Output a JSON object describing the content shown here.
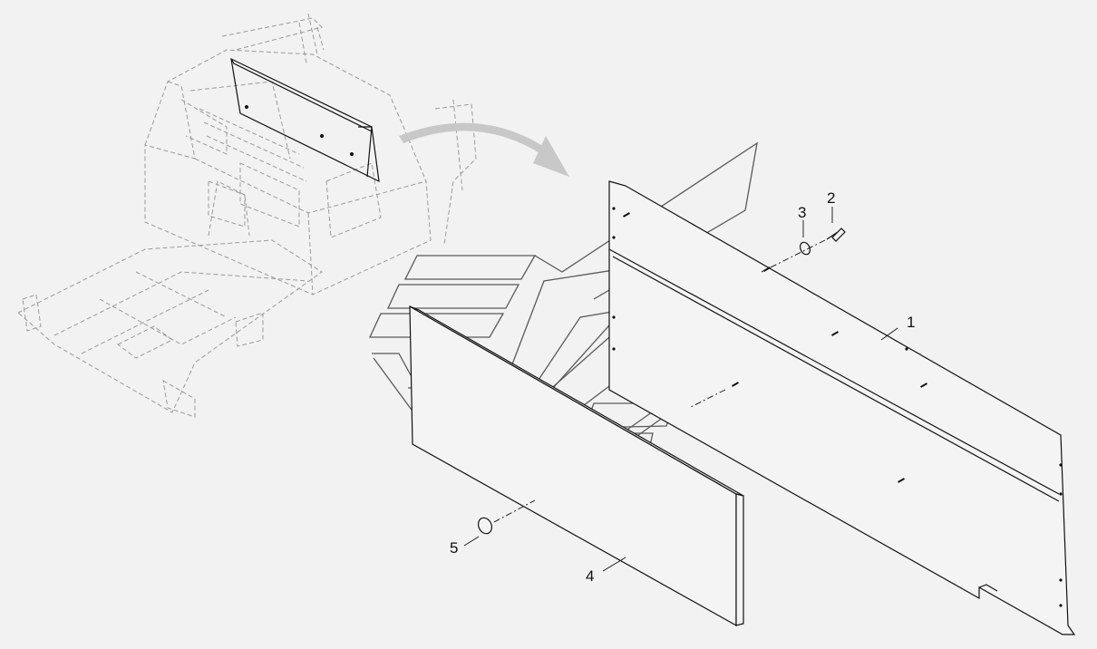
{
  "diagram": {
    "type": "exploded-parts-view",
    "callouts": [
      {
        "id": "1",
        "text": "1",
        "part": "side-panel"
      },
      {
        "id": "2",
        "text": "2",
        "part": "bolt"
      },
      {
        "id": "3",
        "text": "3",
        "part": "washer"
      },
      {
        "id": "4",
        "text": "4",
        "part": "insulation-pad"
      },
      {
        "id": "5",
        "text": "5",
        "part": "grommet"
      }
    ],
    "colors": {
      "background": "#f2f2f2",
      "line": "#111111",
      "ghost": "#9a9a9a",
      "arrow": "#c8c8c8",
      "watermark": "#5a5a5a"
    }
  }
}
